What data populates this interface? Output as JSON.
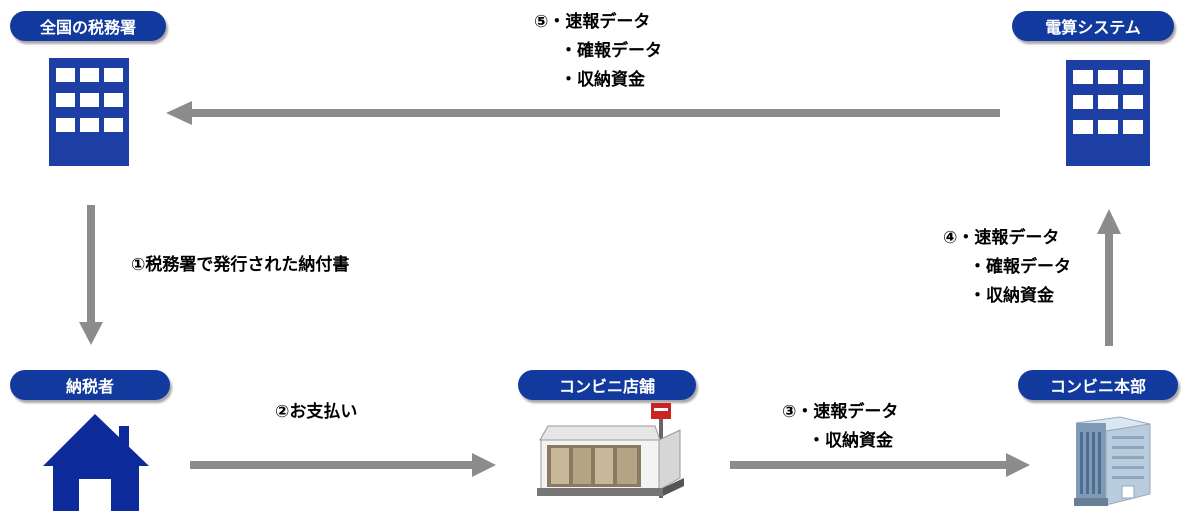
{
  "nodes": {
    "tax_offices": "全国の税務署",
    "computing_system": "電算システム",
    "taxpayer": "納税者",
    "convenience_store": "コンビニ店舗",
    "convenience_hq": "コンビニ本部"
  },
  "flows": {
    "step1": {
      "lines": [
        "①税務署で発行された納付書"
      ]
    },
    "step2": {
      "lines": [
        "②お支払い"
      ]
    },
    "step3": {
      "lines": [
        "③・速報データ",
        "・収納資金"
      ]
    },
    "step4": {
      "lines": [
        "④・速報データ",
        "・確報データ",
        "・収納資金"
      ]
    },
    "step5": {
      "lines": [
        "⑤・速報データ",
        "・確報データ",
        "・収納資金"
      ]
    }
  },
  "colors": {
    "node_blue": "#123a9e",
    "arrow_gray": "#8c8c8c"
  }
}
